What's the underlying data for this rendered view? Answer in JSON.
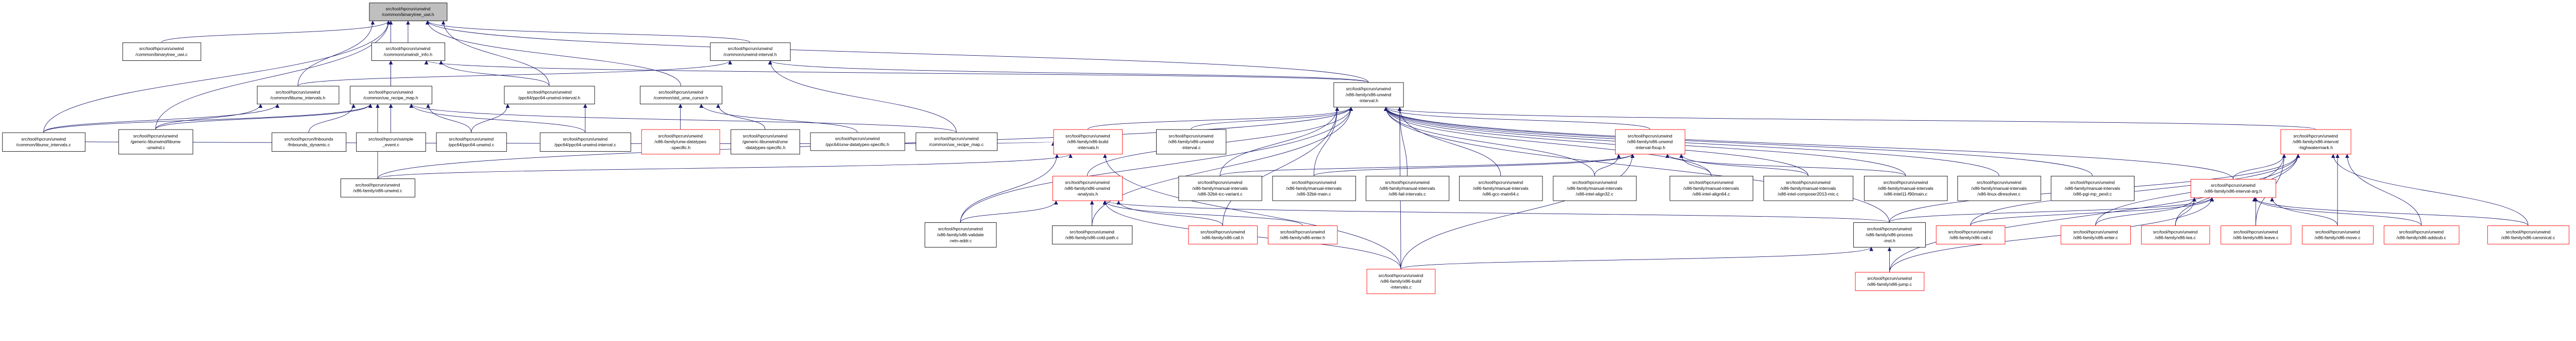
{
  "diagram": {
    "type": "include-dependency-graph",
    "colors": {
      "edge": "#191970",
      "main_fill": "#bfbfbf",
      "normal_border": "#000000",
      "truncated_border": "#ff0000",
      "background": "#ffffff"
    },
    "nodes": [
      {
        "id": "main",
        "lines": [
          "src/tool/hpcrun/unwind",
          "/common/binarytree_uwi.h"
        ],
        "style": "main"
      },
      {
        "id": "bt_c",
        "lines": [
          "src/tool/hpcrun/unwind",
          "/common/binarytree_uwi.c"
        ],
        "style": "normal"
      },
      {
        "id": "unwindr",
        "lines": [
          "src/tool/hpcrun/unwind",
          "/common/unwindr_info.h"
        ],
        "style": "normal"
      },
      {
        "id": "uwint_h",
        "lines": [
          "src/tool/hpcrun/unwind",
          "/common/unwind-interval.h"
        ],
        "style": "normal"
      },
      {
        "id": "libunw_h",
        "lines": [
          "src/tool/hpcrun/unwind",
          "/common/libunw_intervals.h"
        ],
        "style": "normal"
      },
      {
        "id": "uwrm_h",
        "lines": [
          "src/tool/hpcrun/unwind",
          "/common/uw_recipe_map.h"
        ],
        "style": "normal"
      },
      {
        "id": "ppc_ui_h",
        "lines": [
          "src/tool/hpcrun/unwind",
          "/ppc64/ppc64-unwind-interval.h"
        ],
        "style": "normal"
      },
      {
        "id": "cursor_h",
        "lines": [
          "src/tool/hpcrun/unwind",
          "/common/std_unw_cursor.h"
        ],
        "style": "normal"
      },
      {
        "id": "x86ui_h",
        "lines": [
          "src/tool/hpcrun/unwind",
          "/x86-family/x86-unwind",
          "-interval.h"
        ],
        "style": "normal"
      },
      {
        "id": "libunw_c",
        "lines": [
          "src/tool/hpcrun/unwind",
          "/common/libunw_intervals.c"
        ],
        "style": "normal"
      },
      {
        "id": "libunwind_c",
        "lines": [
          "src/tool/hpcrun/unwind",
          "/generic-libunwind/libunw",
          "-unwind.c"
        ],
        "style": "normal"
      },
      {
        "id": "fnb_c",
        "lines": [
          "src/tool/hpcrun/fnbounds",
          "/fnbounds_dynamic.c"
        ],
        "style": "normal"
      },
      {
        "id": "sample_c",
        "lines": [
          "src/tool/hpcrun/sample",
          "_event.c"
        ],
        "style": "normal"
      },
      {
        "id": "ppc_uw_c",
        "lines": [
          "src/tool/hpcrun/unwind",
          "/ppc64/ppc64-unwind.c"
        ],
        "style": "normal"
      },
      {
        "id": "ppc_ui_c",
        "lines": [
          "src/tool/hpcrun/unwind",
          "/ppc64/ppc64-unwind-interval.c"
        ],
        "style": "normal"
      },
      {
        "id": "x86dt_h",
        "lines": [
          "src/tool/hpcrun/unwind",
          "/x86-family/unw-datatypes",
          "-specific.h"
        ],
        "style": "truncated"
      },
      {
        "id": "gendt_h",
        "lines": [
          "src/tool/hpcrun/unwind",
          "/generic-libunwind/unw",
          "-datatypes-specific.h"
        ],
        "style": "normal"
      },
      {
        "id": "ppcdt_h",
        "lines": [
          "src/tool/hpcrun/unwind",
          "/ppc64/unw-datatypes-specific.h"
        ],
        "style": "normal"
      },
      {
        "id": "uwrm_c",
        "lines": [
          "src/tool/hpcrun/unwind",
          "/common/uw_recipe_map.c"
        ],
        "style": "normal"
      },
      {
        "id": "bi_h",
        "lines": [
          "src/tool/hpcrun/unwind",
          "/x86-family/x86-build",
          "-intervals.h"
        ],
        "style": "truncated"
      },
      {
        "id": "x86ui_c",
        "lines": [
          "src/tool/hpcrun/unwind",
          "/x86-family/x86-unwind",
          "-interval.c"
        ],
        "style": "normal"
      },
      {
        "id": "fixup_h",
        "lines": [
          "src/tool/hpcrun/unwind",
          "/x86-family/x86-unwind",
          "-interval-fixup.h"
        ],
        "style": "truncated"
      },
      {
        "id": "hwm_h",
        "lines": [
          "src/tool/hpcrun/unwind",
          "/x86-family/x86-interval",
          "-highwatermark.h"
        ],
        "style": "truncated"
      },
      {
        "id": "x86uw_c",
        "lines": [
          "src/tool/hpcrun/unwind",
          "/x86-family/x86-unwind.c"
        ],
        "style": "normal"
      },
      {
        "id": "ua_h",
        "lines": [
          "src/tool/hpcrun/unwind",
          "/x86-family/x86-unwind",
          "-analysis.h"
        ],
        "style": "truncated"
      },
      {
        "id": "icc",
        "lines": [
          "src/tool/hpcrun/unwind",
          "/x86-family/manual-intervals",
          "/x86-32bit-icc-variant.c"
        ],
        "style": "normal"
      },
      {
        "id": "m32",
        "lines": [
          "src/tool/hpcrun/unwind",
          "/x86-family/manual-intervals",
          "/x86-32bit-main.c"
        ],
        "style": "normal"
      },
      {
        "id": "fail",
        "lines": [
          "src/tool/hpcrun/unwind",
          "/x86-family/manual-intervals",
          "/x86-fail-intervals.c"
        ],
        "style": "normal"
      },
      {
        "id": "gcc64",
        "lines": [
          "src/tool/hpcrun/unwind",
          "/x86-family/manual-intervals",
          "/x86-gcc-main64.c"
        ],
        "style": "normal"
      },
      {
        "id": "al32",
        "lines": [
          "src/tool/hpcrun/unwind",
          "/x86-family/manual-intervals",
          "/x86-intel-align32.c"
        ],
        "style": "normal"
      },
      {
        "id": "al64",
        "lines": [
          "src/tool/hpcrun/unwind",
          "/x86-family/manual-intervals",
          "/x86-intel-align64.c"
        ],
        "style": "normal"
      },
      {
        "id": "mic",
        "lines": [
          "src/tool/hpcrun/unwind",
          "/x86-family/manual-intervals",
          "/x86-intel-composer2013-mic.c"
        ],
        "style": "normal"
      },
      {
        "id": "f90",
        "lines": [
          "src/tool/hpcrun/unwind",
          "/x86-family/manual-intervals",
          "/x86-intel11-f90main.c"
        ],
        "style": "normal"
      },
      {
        "id": "dlres",
        "lines": [
          "src/tool/hpcrun/unwind",
          "/x86-family/manual-intervals",
          "/x86-linux-dlresolver.c"
        ],
        "style": "normal"
      },
      {
        "id": "pgi",
        "lines": [
          "src/tool/hpcrun/unwind",
          "/x86-family/manual-intervals",
          "/x86-pgi-mp_pexit.c"
        ],
        "style": "normal"
      },
      {
        "id": "arg_h",
        "lines": [
          "src/tool/hpcrun/unwind",
          "/x86-family/x86-interval-arg.h"
        ],
        "style": "truncated"
      },
      {
        "id": "validate",
        "lines": [
          "src/tool/hpcrun/unwind",
          "/x86-family/x86-validate",
          "-retn-addr.c"
        ],
        "style": "normal"
      },
      {
        "id": "cold",
        "lines": [
          "src/tool/hpcrun/unwind",
          "/x86-family/x86-cold-path.c"
        ],
        "style": "normal"
      },
      {
        "id": "call_h",
        "lines": [
          "src/tool/hpcrun/unwind",
          "/x86-family/x86-call.h"
        ],
        "style": "truncated"
      },
      {
        "id": "enter_h",
        "lines": [
          "src/tool/hpcrun/unwind",
          "/x86-family/x86-enter.h"
        ],
        "style": "truncated"
      },
      {
        "id": "proc_h",
        "lines": [
          "src/tool/hpcrun/unwind",
          "/x86-family/x86-process",
          "-inst.h"
        ],
        "style": "normal"
      },
      {
        "id": "call_c",
        "lines": [
          "src/tool/hpcrun/unwind",
          "/x86-family/x86-call.c"
        ],
        "style": "truncated"
      },
      {
        "id": "enter_c",
        "lines": [
          "src/tool/hpcrun/unwind",
          "/x86-family/x86-enter.c"
        ],
        "style": "truncated"
      },
      {
        "id": "lea_c",
        "lines": [
          "src/tool/hpcrun/unwind",
          "/x86-family/x86-lea.c"
        ],
        "style": "truncated"
      },
      {
        "id": "leave_c",
        "lines": [
          "src/tool/hpcrun/unwind",
          "/x86-family/x86-leave.c"
        ],
        "style": "truncated"
      },
      {
        "id": "move_c",
        "lines": [
          "src/tool/hpcrun/unwind",
          "/x86-family/x86-move.c"
        ],
        "style": "truncated"
      },
      {
        "id": "addsub_c",
        "lines": [
          "src/tool/hpcrun/unwind",
          "/x86-family/x86-addsub.c"
        ],
        "style": "truncated"
      },
      {
        "id": "canon_c",
        "lines": [
          "src/tool/hpcrun/unwind",
          "/x86-family/x86-canonical.c"
        ],
        "style": "truncated"
      },
      {
        "id": "bi_c",
        "lines": [
          "src/tool/hpcrun/unwind",
          "/x86-family/x86-build",
          "-intervals.c"
        ],
        "style": "truncated"
      },
      {
        "id": "jump_c",
        "lines": [
          "src/tool/hpcrun/unwind",
          "/x86-family/x86-jump.c"
        ],
        "style": "truncated"
      }
    ],
    "edges": [
      [
        "bt_c",
        "main"
      ],
      [
        "unwindr",
        "main"
      ],
      [
        "libunw_h",
        "main"
      ],
      [
        "uwrm_h",
        "main"
      ],
      [
        "ppc_ui_h",
        "main"
      ],
      [
        "uwint_h",
        "main"
      ],
      [
        "libunw_c",
        "main"
      ],
      [
        "libunwind_c",
        "main"
      ],
      [
        "x86ui_h",
        "main"
      ],
      [
        "cursor_h",
        "main"
      ],
      [
        "uwrm_h",
        "unwindr"
      ],
      [
        "x86ui_h",
        "unwindr"
      ],
      [
        "ppc_ui_h",
        "unwindr"
      ],
      [
        "libunw_h",
        "uwint_h"
      ],
      [
        "uwrm_c",
        "uwint_h"
      ],
      [
        "x86ui_h",
        "uwint_h"
      ],
      [
        "libunw_c",
        "libunw_h"
      ],
      [
        "libunwind_c",
        "libunw_h"
      ],
      [
        "fnb_c",
        "uwrm_h"
      ],
      [
        "sample_c",
        "uwrm_h"
      ],
      [
        "ppc_uw_c",
        "uwrm_h"
      ],
      [
        "ppc_ui_c",
        "uwrm_h"
      ],
      [
        "libunw_c",
        "uwrm_h"
      ],
      [
        "libunwind_c",
        "uwrm_h"
      ],
      [
        "x86uw_c",
        "uwrm_h"
      ],
      [
        "uwrm_c",
        "uwrm_h"
      ],
      [
        "ppc_uw_c",
        "ppc_ui_h"
      ],
      [
        "ppc_ui_c",
        "ppc_ui_h"
      ],
      [
        "x86dt_h",
        "cursor_h"
      ],
      [
        "gendt_h",
        "cursor_h"
      ],
      [
        "ppcdt_h",
        "cursor_h"
      ],
      [
        "bi_h",
        "x86ui_h"
      ],
      [
        "x86ui_c",
        "x86ui_h"
      ],
      [
        "ua_h",
        "x86ui_h"
      ],
      [
        "icc",
        "x86ui_h"
      ],
      [
        "m32",
        "x86ui_h"
      ],
      [
        "fail",
        "x86ui_h"
      ],
      [
        "gcc64",
        "x86ui_h"
      ],
      [
        "al32",
        "x86ui_h"
      ],
      [
        "al64",
        "x86ui_h"
      ],
      [
        "mic",
        "x86ui_h"
      ],
      [
        "f90",
        "x86ui_h"
      ],
      [
        "dlres",
        "x86ui_h"
      ],
      [
        "pgi",
        "x86ui_h"
      ],
      [
        "fixup_h",
        "x86ui_h"
      ],
      [
        "hwm_h",
        "x86ui_h"
      ],
      [
        "x86uw_c",
        "x86ui_h"
      ],
      [
        "validate",
        "x86ui_h"
      ],
      [
        "cold",
        "x86ui_h"
      ],
      [
        "call_h",
        "x86ui_h"
      ],
      [
        "bi_c",
        "x86ui_h"
      ],
      [
        "arg_h",
        "x86ui_h"
      ],
      [
        "proc_h",
        "x86ui_h"
      ],
      [
        "x86uw_c",
        "bi_h"
      ],
      [
        "validate",
        "bi_h"
      ],
      [
        "bi_c",
        "bi_h"
      ],
      [
        "libunw_c",
        "bi_h"
      ],
      [
        "validate",
        "ua_h"
      ],
      [
        "cold",
        "ua_h"
      ],
      [
        "call_h",
        "ua_h"
      ],
      [
        "enter_h",
        "ua_h"
      ],
      [
        "bi_c",
        "ua_h"
      ],
      [
        "proc_h",
        "ua_h"
      ],
      [
        "icc",
        "fixup_h"
      ],
      [
        "m32",
        "fixup_h"
      ],
      [
        "al32",
        "fixup_h"
      ],
      [
        "al64",
        "fixup_h"
      ],
      [
        "mic",
        "fixup_h"
      ],
      [
        "f90",
        "fixup_h"
      ],
      [
        "bi_c",
        "fixup_h"
      ],
      [
        "arg_h",
        "hwm_h"
      ],
      [
        "call_c",
        "hwm_h"
      ],
      [
        "enter_c",
        "hwm_h"
      ],
      [
        "lea_c",
        "hwm_h"
      ],
      [
        "leave_c",
        "hwm_h"
      ],
      [
        "move_c",
        "hwm_h"
      ],
      [
        "addsub_c",
        "hwm_h"
      ],
      [
        "canon_c",
        "hwm_h"
      ],
      [
        "proc_h",
        "hwm_h"
      ],
      [
        "jump_c",
        "hwm_h"
      ],
      [
        "call_c",
        "arg_h"
      ],
      [
        "enter_c",
        "arg_h"
      ],
      [
        "lea_c",
        "arg_h"
      ],
      [
        "leave_c",
        "arg_h"
      ],
      [
        "move_c",
        "arg_h"
      ],
      [
        "addsub_c",
        "arg_h"
      ],
      [
        "canon_c",
        "arg_h"
      ],
      [
        "proc_h",
        "arg_h"
      ],
      [
        "jump_c",
        "arg_h"
      ],
      [
        "jump_c",
        "proc_h"
      ],
      [
        "bi_c",
        "proc_h"
      ]
    ]
  }
}
